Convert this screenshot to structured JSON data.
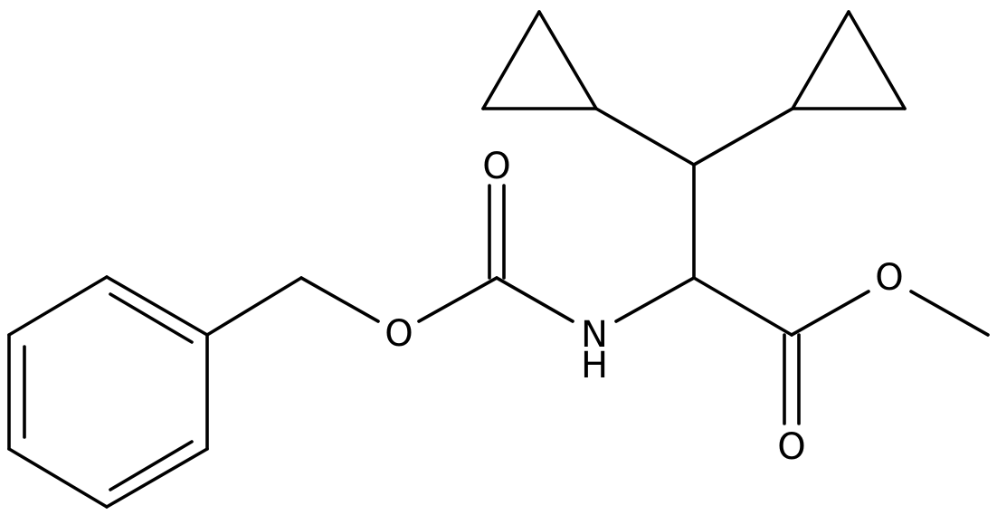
{
  "atoms": {
    "carbonyl_oxygen_top": "O",
    "ester_oxygen_left": "O",
    "amine_nitrogen": "N",
    "amine_hydrogen": "H",
    "ester_oxygen_right": "O",
    "carbonyl_oxygen_bottom": "O"
  }
}
